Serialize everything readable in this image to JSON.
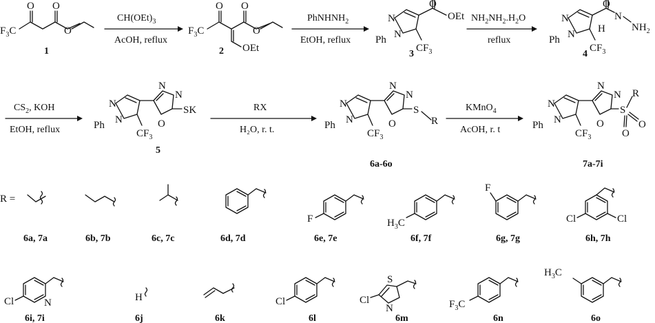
{
  "scheme": {
    "compounds": {
      "c1": {
        "number": "1",
        "f3c": "F",
        "f3c_sub": "3",
        "f3c_c": "C",
        "o_ketone": "O",
        "o_ester1": "O",
        "o_ester2": "O"
      },
      "c2": {
        "number": "2",
        "f3c": "F",
        "f3c_sub": "3",
        "f3c_c": "C",
        "o1": "O",
        "o2": "O",
        "o3": "O",
        "oet": "OEt"
      },
      "c3": {
        "number": "3",
        "n1": "N",
        "n2": "N",
        "ph": "Ph",
        "o1": "O",
        "oet": "OEt",
        "cf": "CF",
        "cf_sub": "3"
      },
      "c4": {
        "number": "4",
        "n1": "N",
        "n2": "N",
        "ph": "Ph",
        "o1": "O",
        "nh": "N",
        "h": "H",
        "nh2": "NH",
        "nh2_sub": "2",
        "cf": "CF",
        "cf_sub": "3"
      },
      "c5": {
        "number": "5",
        "n1": "N",
        "n2": "N",
        "ph": "Ph",
        "n3": "N",
        "n4": "N",
        "o": "O",
        "sk": "SK",
        "cf": "CF",
        "cf_sub": "3"
      },
      "c6": {
        "number": "6a-6o",
        "n1": "N",
        "n2": "N",
        "ph": "Ph",
        "n3": "N",
        "n4": "N",
        "o": "O",
        "s": "S",
        "r": "R",
        "cf": "CF",
        "cf_sub": "3"
      },
      "c7": {
        "number": "7a-7i",
        "n1": "N",
        "n2": "N",
        "ph": "Ph",
        "n3": "N",
        "n4": "N",
        "o": "O",
        "s": "S",
        "r": "R",
        "o1": "O",
        "o2": "O",
        "cf": "CF",
        "cf_sub": "3"
      }
    },
    "reagents": {
      "r1_top": "CH(OEt)",
      "r1_top_sub": "3",
      "r1_bottom": "AcOH, reflux",
      "r2_top": "PhNHNH",
      "r2_top_sub": "2",
      "r2_bottom": "EtOH, reflux",
      "r3_top": "NH2NH2.H2O",
      "r3_bottom": "reflux",
      "r4_top": "CS",
      "r4_top_sub": "2",
      "r4_top_rest": ", KOH",
      "r4_bottom": "EtOH, reflux",
      "r5_top": "RX",
      "r5_bottom": "H₂O, r. t.",
      "r6_top": "KMnO",
      "r6_top_sub": "4",
      "r6_bottom": "AcOH, r. t"
    },
    "r_groups_label": "R =",
    "r_groups": [
      {
        "label": "6a, 7a"
      },
      {
        "label": "6b, 7b"
      },
      {
        "label": "6c, 7c"
      },
      {
        "label": "6d, 7d"
      },
      {
        "label": "6e, 7e",
        "atom": "F"
      },
      {
        "label": "6f, 7f",
        "atom": "H",
        "atom_sub": "3",
        "atom_c": "C"
      },
      {
        "label": "6g, 7g",
        "atom": "F"
      },
      {
        "label": "6h, 7h",
        "atom": "Cl",
        "atom2": "Cl"
      },
      {
        "label": "6i, 7i",
        "atom": "Cl",
        "atom2": "N"
      },
      {
        "label": "6j",
        "atom": "H"
      },
      {
        "label": "6k"
      },
      {
        "label": "6l",
        "atom": "Cl"
      },
      {
        "label": "6m",
        "atom": "Cl",
        "atom2": "S",
        "atom3": "N"
      },
      {
        "label": "6n",
        "atom": "F",
        "atom_sub": "3",
        "atom_c": "C"
      },
      {
        "label": "6o",
        "atom": "H",
        "atom_sub": "3",
        "atom_c": "C"
      }
    ]
  }
}
